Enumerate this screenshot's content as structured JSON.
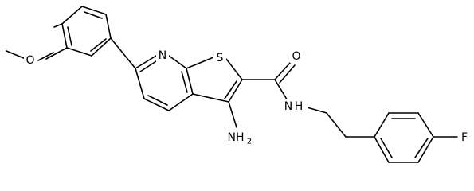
{
  "molecule": {
    "atom_labels": {
      "methoxy_oxygen": "O",
      "pyridine_nitrogen": "N",
      "thiophene_sulfur": "S",
      "carbonyl_oxygen": "O",
      "amide_nitrogen": "N",
      "amide_hydrogen": "H",
      "amino_group": "NH",
      "amino_subscript": "2",
      "fluorine": "F"
    }
  },
  "colors": {
    "bond": "#000000",
    "label": "#000000",
    "background": "#ffffff"
  }
}
